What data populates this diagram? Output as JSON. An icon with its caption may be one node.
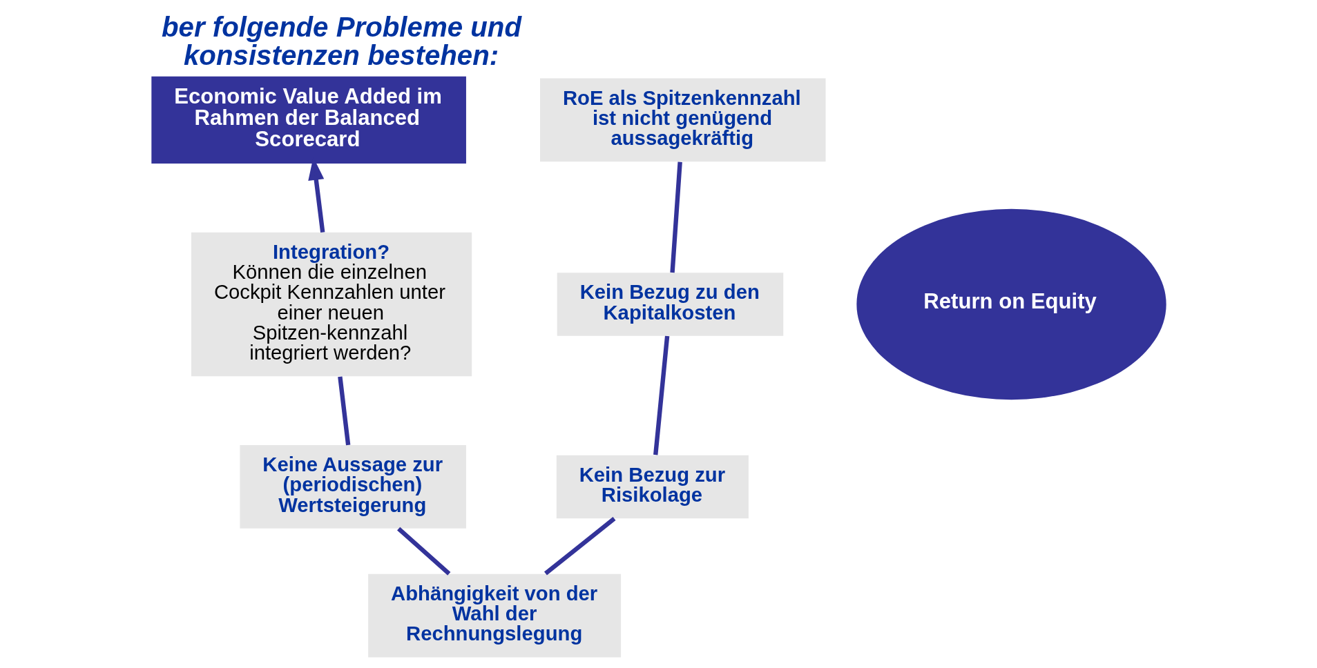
{
  "diagram": {
    "title": "ber folgende Probleme und konsistenzen bestehen:",
    "nodes": [
      {
        "text": [
          "Economic Value Added im Rahmen der Balanced Scorecard"
        ]
      },
      {
        "text": [
          "RoE als Spitzenkennzahl ist nicht genügend aussagekräftig"
        ]
      },
      {
        "text": [
          "Return on Equity"
        ]
      },
      {
        "text": [
          "Integration?",
          "Können die einzelnen Cockpit Kennzahlen unter einer neuen Spitzen-kennzahl integriert werden?"
        ]
      },
      {
        "text": [
          "Kein Bezug zu den Kapitalkosten"
        ]
      },
      {
        "text": [
          "Keine Aussage zur (periodischen) Wertsteigerung"
        ]
      },
      {
        "text": [
          "Kein Bezug zur Risikolage"
        ]
      },
      {
        "text": [
          "Abhängigkeit von der Wahl der Rechnungslegung"
        ]
      }
    ],
    "edges": [
      {
        "from": 1,
        "to": 4,
        "arrow": "none"
      },
      {
        "from": 4,
        "to": 6,
        "arrow": "none"
      },
      {
        "from": 6,
        "to": 7,
        "arrow": "none"
      },
      {
        "from": 7,
        "to": 5,
        "arrow": "none"
      },
      {
        "from": 5,
        "to": 3,
        "arrow": "none"
      },
      {
        "from": 3,
        "to": 0,
        "arrow": "to"
      }
    ]
  }
}
